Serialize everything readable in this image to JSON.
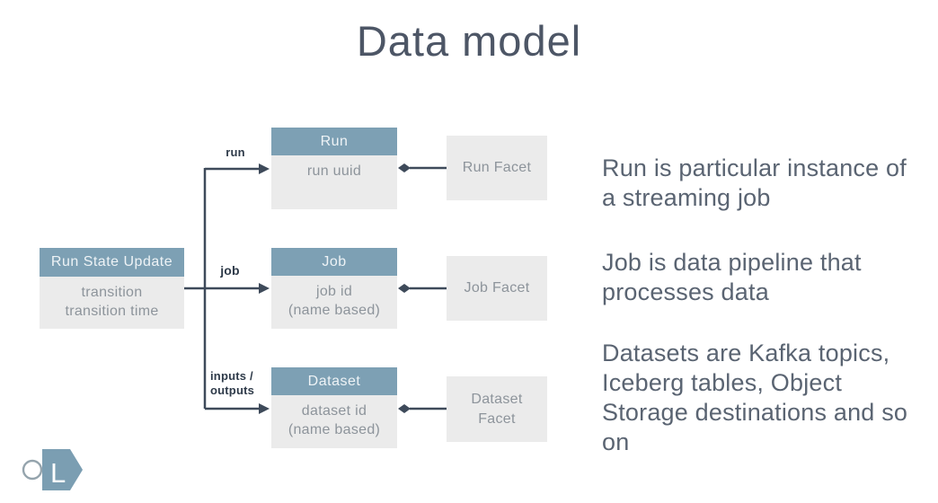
{
  "slide": {
    "title": "Data model"
  },
  "colors": {
    "bg": "#ffffff",
    "title_text": "#4d5666",
    "note_text": "#5a6472",
    "header_fill": "#7da0b4",
    "header_text": "#eef3f6",
    "body_fill": "#ebebeb",
    "body_text": "#8d949b",
    "line": "#3e4a5a",
    "edge_label_text": "#2e3a49",
    "logo_badge_fill": "#7b9eb2",
    "logo_ring_stroke": "#95a4ad",
    "logo_letter": "#ffffff"
  },
  "diagram": {
    "source_box": {
      "title": "Run State Update",
      "fields": "transition\ntransition time"
    },
    "run_box": {
      "title": "Run",
      "fields": "run uuid"
    },
    "job_box": {
      "title": "Job",
      "fields": "job id\n(name based)"
    },
    "dataset_box": {
      "title": "Dataset",
      "fields": "dataset id\n(name based)"
    },
    "edge_labels": {
      "run": "run",
      "job": "job",
      "dataset": "inputs /\noutputs"
    },
    "facets": {
      "run": "Run Facet",
      "job": "Job Facet",
      "dataset": "Dataset Facet"
    }
  },
  "notes": {
    "run": "Run is particular instance of a streaming job",
    "job": "Job is data pipeline that processes data",
    "dataset": "Datasets are Kafka topics, Iceberg tables, Object Storage destinations and so on"
  },
  "logo": {
    "letter": "L"
  }
}
